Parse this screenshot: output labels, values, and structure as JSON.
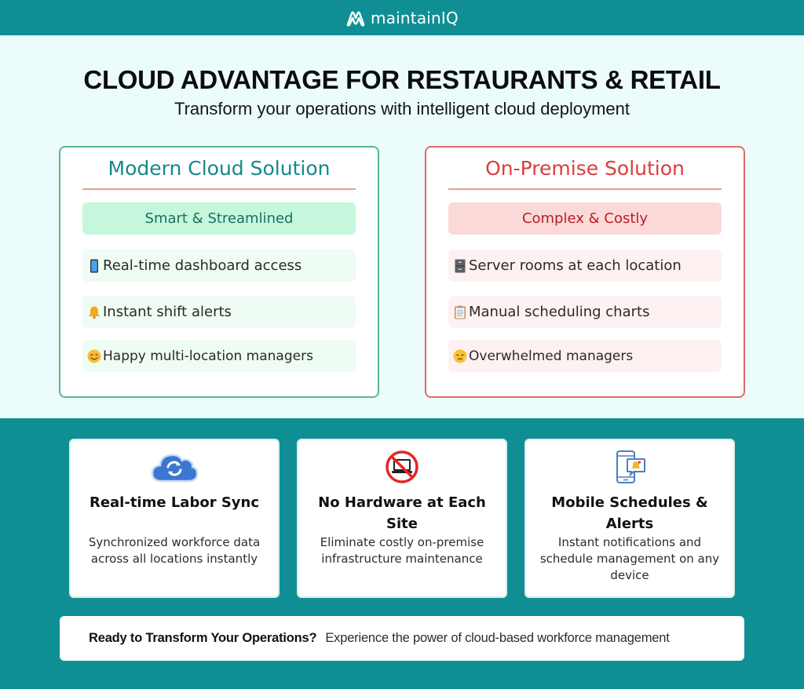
{
  "brand": {
    "name": "maintainIQ",
    "logo_icon": "mountain-m-logo-icon"
  },
  "hero": {
    "title": "CLOUD ADVANTAGE FOR RESTAURANTS & RETAIL",
    "subtitle": "Transform your operations with intelligent cloud deployment"
  },
  "comparison": {
    "cloud": {
      "title": "Modern Cloud Solution",
      "badge": "Smart & Streamlined",
      "items": [
        {
          "icon": "mobile-phone-icon",
          "label": "Real-time dashboard access"
        },
        {
          "icon": "bell-icon",
          "label": "Instant shift alerts"
        },
        {
          "icon": "smiling-face-icon",
          "label": "Happy multi-location managers"
        }
      ]
    },
    "onprem": {
      "title": "On-Premise Solution",
      "badge": "Complex & Costly",
      "items": [
        {
          "icon": "file-cabinet-icon",
          "label": "Server rooms at each location"
        },
        {
          "icon": "clipboard-icon",
          "label": "Manual scheduling charts"
        },
        {
          "icon": "steaming-face-icon",
          "label": "Overwhelmed managers"
        }
      ]
    }
  },
  "features": [
    {
      "icon": "cloud-sync-icon",
      "title": "Real-time Labor Sync",
      "description": "Synchronized workforce data across all locations instantly"
    },
    {
      "icon": "no-hardware-icon",
      "title": "No Hardware at Each Site",
      "description": "Eliminate costly on-premise infrastructure maintenance"
    },
    {
      "icon": "mobile-alert-icon",
      "title": "Mobile Schedules & Alerts",
      "description": "Instant notifications and schedule management on any device"
    }
  ],
  "cta": {
    "heading": "Ready to Transform Your Operations?",
    "text": "Experience the power of cloud-based workforce management"
  },
  "colors": {
    "teal": "#0f8f94",
    "hero_bg": "#ecfbfc",
    "cloud_accent": "#16888a",
    "onprem_accent": "#dc3d3d"
  }
}
